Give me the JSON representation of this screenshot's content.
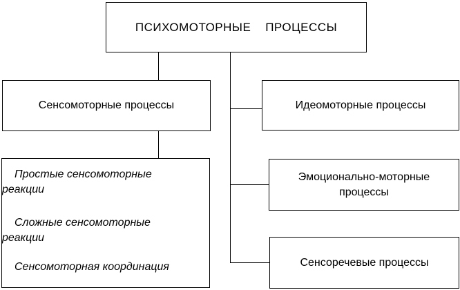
{
  "root": {
    "label": "ПСИХОМОТОРНЫЕ    ПРОЦЕССЫ"
  },
  "left_branch": {
    "label": "Сенсомоторные процессы",
    "children": [
      "Простые сенсомоторные реакции",
      "Сложные сенсомоторные реакции",
      "Сенсомоторная координация"
    ]
  },
  "right_branch": [
    {
      "label": "Идеомоторные процессы"
    },
    {
      "label": "Эмоционально-моторные процессы"
    },
    {
      "label": "Сенсоречевые процессы"
    }
  ]
}
